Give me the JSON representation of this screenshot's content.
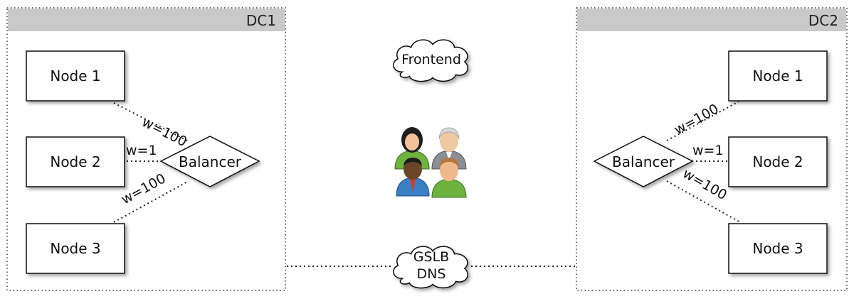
{
  "datacenters": [
    {
      "label": "DC1",
      "balancer": "Balancer",
      "nodes": [
        "Node 1",
        "Node 2",
        "Node 3"
      ],
      "weights": [
        "w=100",
        "w=1",
        "w=100"
      ]
    },
    {
      "label": "DC2",
      "balancer": "Balancer",
      "nodes": [
        "Node 1",
        "Node 2",
        "Node 3"
      ],
      "weights": [
        "w=100",
        "w=1",
        "w=100"
      ]
    }
  ],
  "frontend": {
    "label": "Frontend"
  },
  "gslb": {
    "line1": "GSLB",
    "line2": "DNS"
  },
  "users": {
    "icon": "users-group-icon"
  },
  "colors": {
    "header_bar": "#c9c9c9",
    "border": "#111111",
    "user_green": "#6fb33f",
    "user_blue": "#3a7fc4",
    "user_gray": "#8a8f94",
    "user_olive": "#5c8a2e"
  }
}
